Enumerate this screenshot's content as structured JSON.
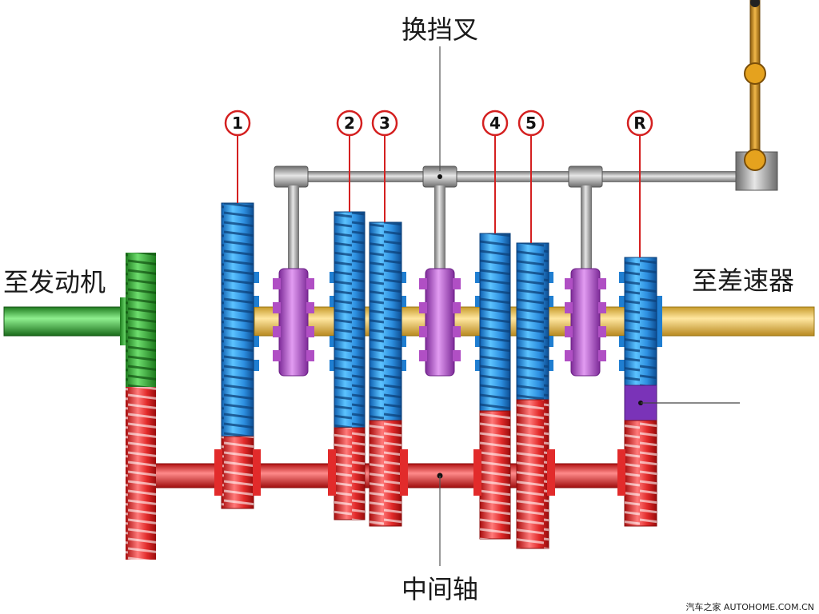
{
  "labels": {
    "shift_fork": "换挡叉",
    "to_engine": "至发动机",
    "to_differential": "至差速器",
    "countershaft": "中间轴"
  },
  "gear_markers": [
    "1",
    "2",
    "3",
    "4",
    "5",
    "R"
  ],
  "watermark": "汽车之家 AUTOHOME.COM.CN",
  "colors": {
    "input_shaft": "#2fa52f",
    "output_shaft": "#e8c34a",
    "countershaft": "#e22b2b",
    "driven_gear": "#1f7ed1",
    "synchronizer": "#b04fc4",
    "idler": "#7a33b8",
    "fork_rod": "#9a9a9a",
    "lever": "#c88b1e",
    "marker_ring": "#d42020"
  }
}
